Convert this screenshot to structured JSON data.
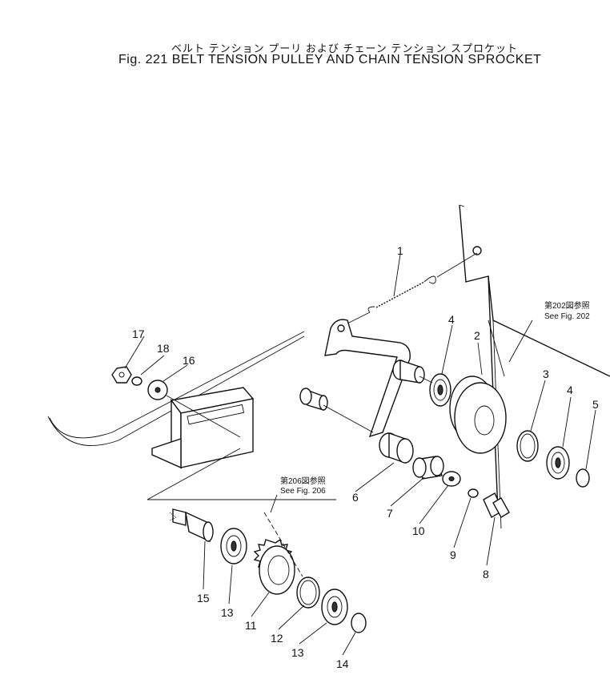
{
  "figure": {
    "title_jp": "ベルト テンション  プーリ  および  チェーン  テンション  スプロケット",
    "title_en": "Fig. 221  BELT  TENSION  PULLEY  AND  CHAIN  TENSION  SPROCKET"
  },
  "references": [
    {
      "jp": "第202図参照",
      "en": "See Fig. 202"
    },
    {
      "jp": "第206図参照",
      "en": "See Fig. 206"
    }
  ],
  "parts": [
    "1",
    "2",
    "3",
    "4",
    "4",
    "5",
    "6",
    "7",
    "8",
    "9",
    "10",
    "11",
    "12",
    "13",
    "13",
    "14",
    "15",
    "16",
    "17",
    "18"
  ]
}
